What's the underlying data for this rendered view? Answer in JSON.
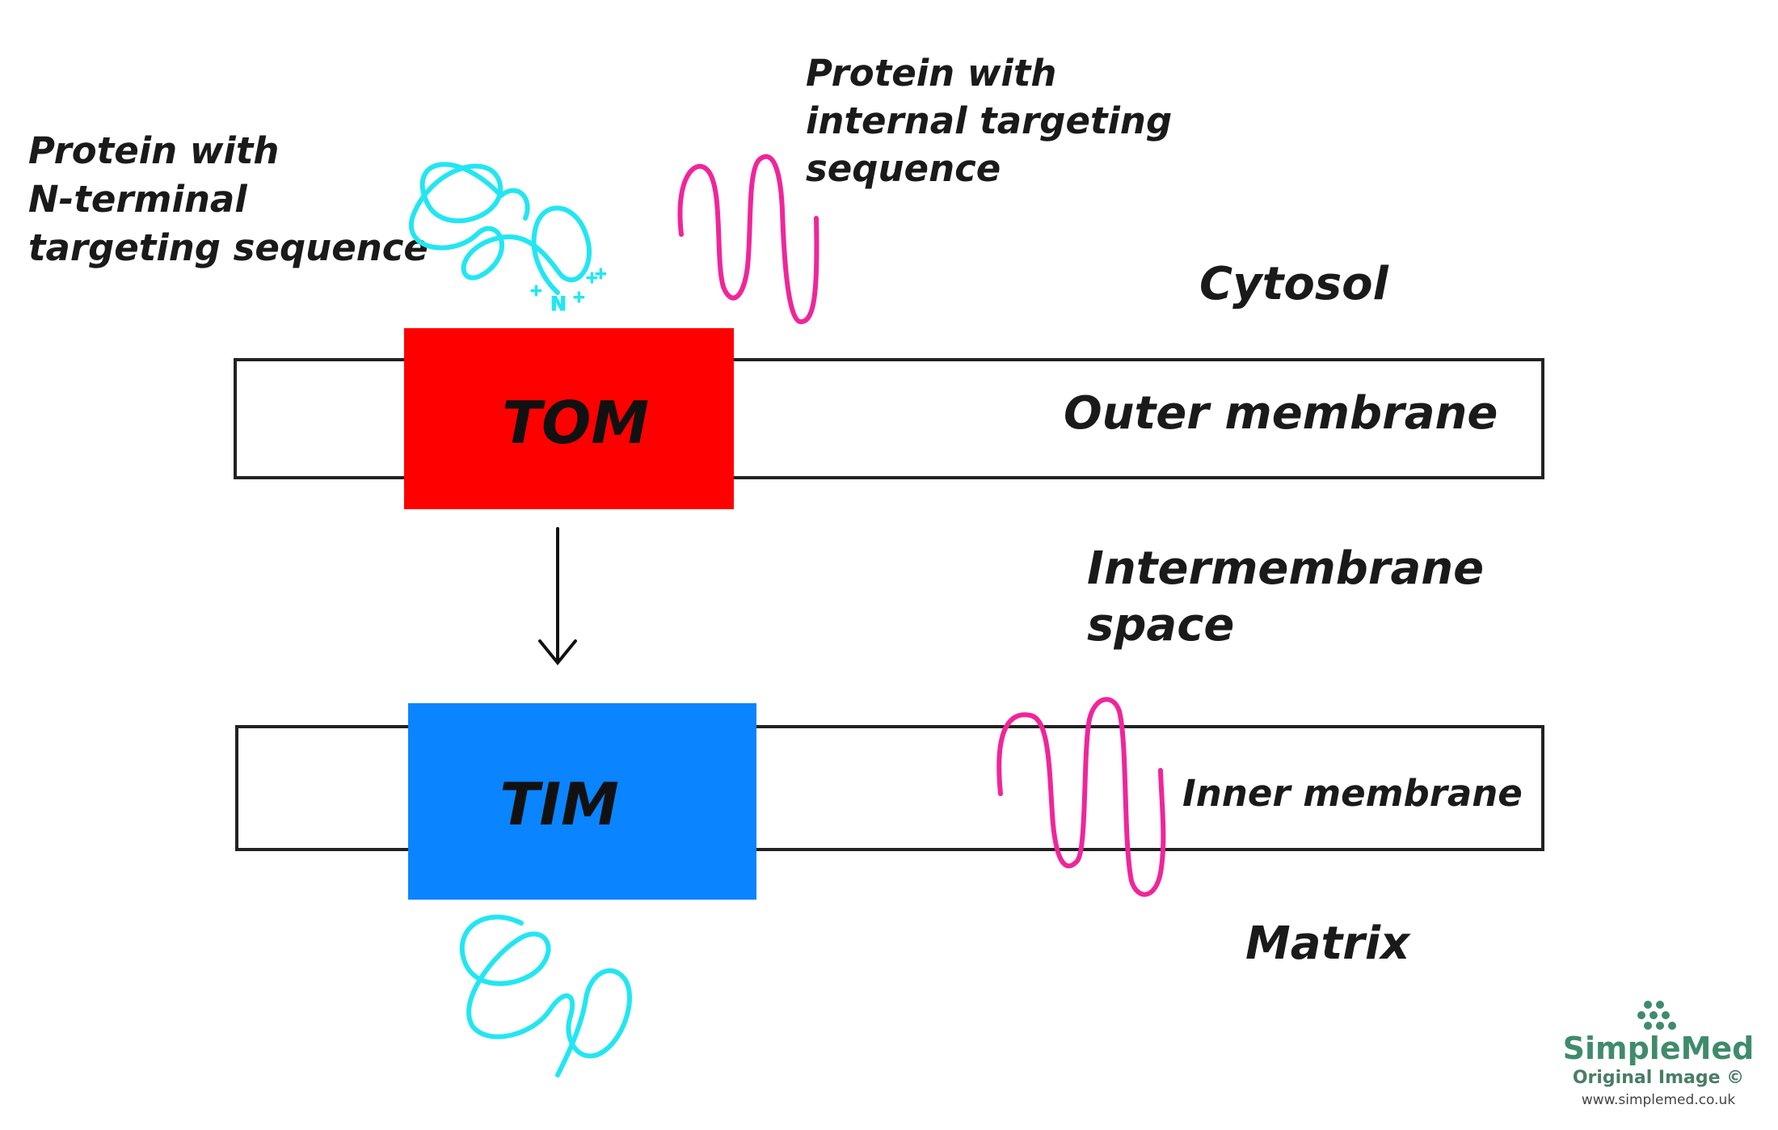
{
  "labels": {
    "n_terminal_protein": [
      "Protein with",
      "N-terminal",
      "targeting sequence"
    ],
    "internal_protein": [
      "Protein with",
      "internal targeting",
      "sequence"
    ],
    "cytosol": "Cytosol",
    "outer_membrane": "Outer membrane",
    "intermembrane_space": [
      "Intermembrane",
      "space"
    ],
    "inner_membrane": "Inner membrane",
    "matrix": "Matrix",
    "n_terminus": "N",
    "charge": "+"
  },
  "complexes": {
    "tom": {
      "label": "TOM",
      "color": "#ff0000"
    },
    "tim": {
      "label": "TIM",
      "color": "#0a84ff"
    }
  },
  "colors": {
    "n_terminal_protein": "#22e6f2",
    "internal_protein": "#f0259a",
    "membrane_stroke": "#222222"
  },
  "watermark": {
    "brand": "SimpleMed",
    "subtitle": "Original Image ©",
    "url": "www.simplemed.co.uk",
    "icon": "molecule-dots-icon"
  }
}
